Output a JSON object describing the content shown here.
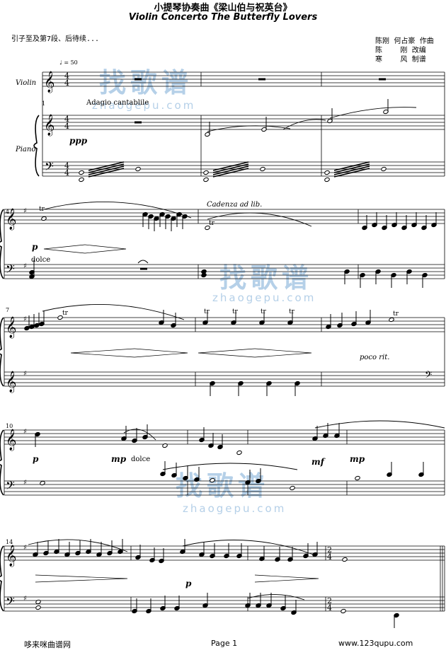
{
  "header": {
    "title": "小提琴协奏曲《梁山伯与祝英台》",
    "subtitle": "Violin Concerto The Butterfly Lovers",
    "intro_note": "引子至及第7段、后待续...",
    "credits": [
      "陈刚  何占豪  作曲",
      "陈        刚  改编",
      "寒        风  制谱"
    ]
  },
  "score": {
    "instrument_violin": "Violin",
    "instrument_piano": "Piano",
    "tempo_mark": "♩ = 50",
    "tempo_text": "Adagio cantablile",
    "measure_numbers": [
      "1",
      "4",
      "7",
      "10",
      "14"
    ],
    "cadenza": "Cadenza ad lib.",
    "dolce_1": "dolce",
    "dolce_2": "dolce",
    "poco_rit": "poco rit.",
    "dynamics": {
      "ppp": "ppp",
      "p_sys2": "p",
      "p_sys4": "p",
      "mp_sys4": "mp",
      "mf": "mf",
      "mp_sys4b": "mp",
      "p_sys5": "p"
    },
    "time_sig_top": "4",
    "time_sig_bottom": "4",
    "time_sig_2_top": "2",
    "time_sig_2_bottom": "4",
    "trill": "tr"
  },
  "watermark": {
    "text": "找歌谱",
    "url": "zhaogepu.com"
  },
  "footer": {
    "left": "哆来咪曲谱网",
    "center": "Page 1",
    "right": "www.123qupu.com"
  }
}
